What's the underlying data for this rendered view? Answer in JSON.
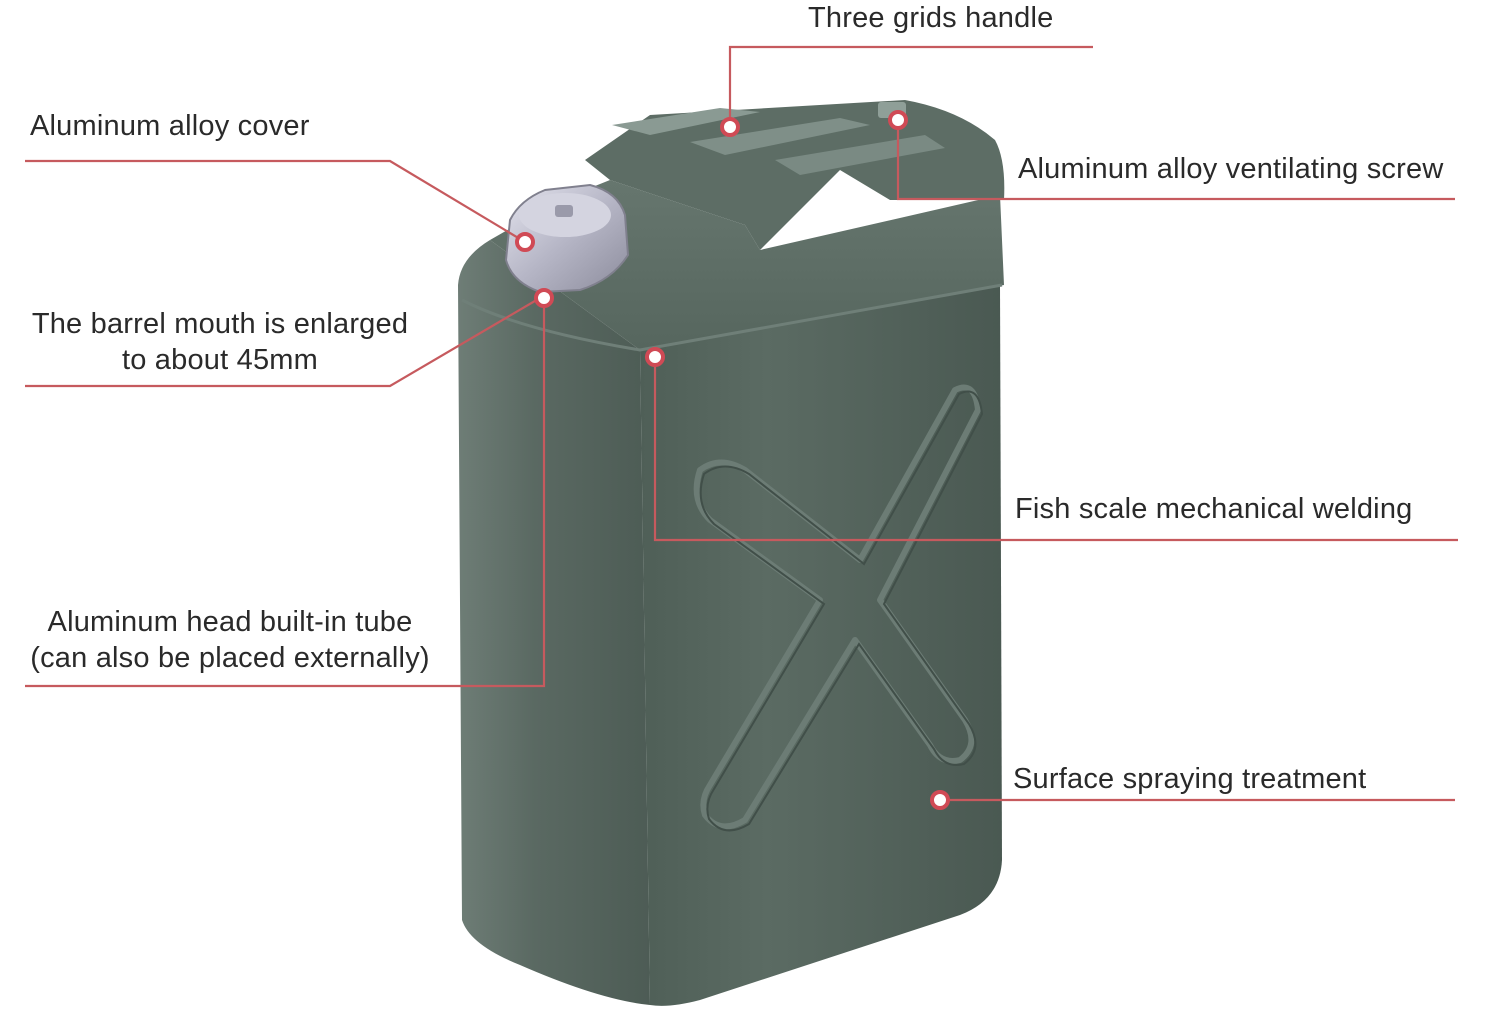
{
  "colors": {
    "callout_line": "#c65a5e",
    "callout_dot_fill": "#ffffff",
    "callout_dot_ring": "#d04a55",
    "can_body": "#56665e",
    "can_dark": "#3f4c46",
    "can_light": "#7a8a82",
    "cap": "#b8b8c6",
    "text": "#2a2a2a"
  },
  "callouts": {
    "handle": {
      "label": "Three grids handle"
    },
    "cover": {
      "label": "Aluminum alloy cover"
    },
    "vent_screw": {
      "label": "Aluminum alloy ventilating screw"
    },
    "mouth": {
      "line1": "The barrel mouth is enlarged",
      "line2": "to about 45mm"
    },
    "welding": {
      "label": "Fish scale mechanical welding"
    },
    "tube": {
      "line1": "Aluminum head built-in tube",
      "line2": "(can also be placed externally)"
    },
    "spraying": {
      "label": "Surface spraying treatment"
    }
  },
  "icons": {
    "product": "jerry-can-illustration",
    "marker": "callout-dot-icon"
  }
}
